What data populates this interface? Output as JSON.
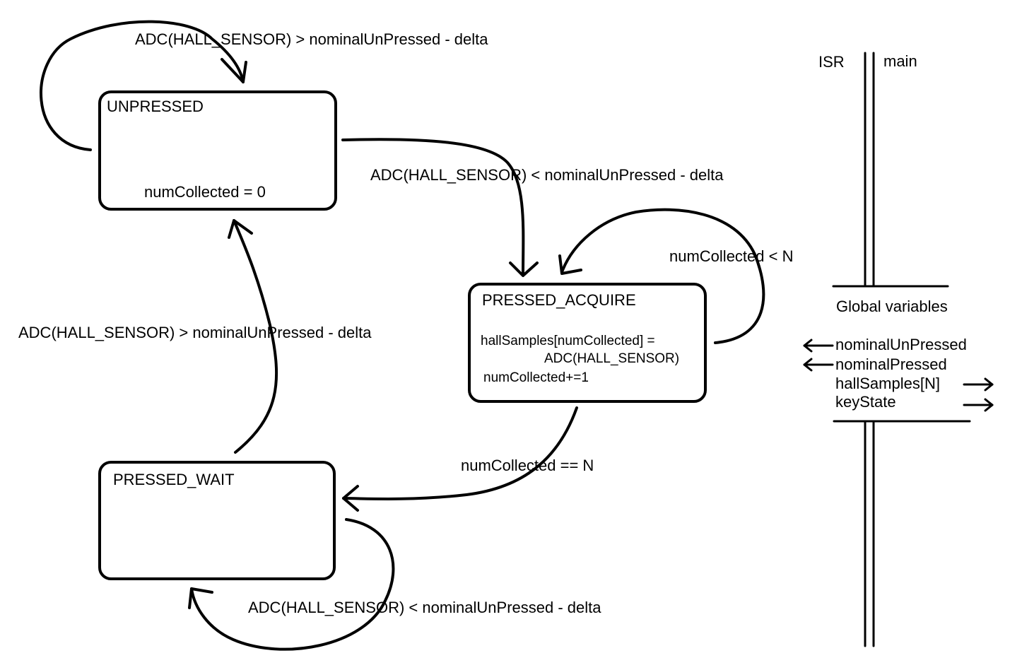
{
  "states": {
    "unpressed": {
      "title": "UNPRESSED",
      "action": "numCollected = 0"
    },
    "pressed_acquire": {
      "title": "PRESSED_ACQUIRE",
      "action_line1": "hallSamples[numCollected] =",
      "action_line2": "ADC(HALL_SENSOR)",
      "action_line3": "numCollected+=1"
    },
    "pressed_wait": {
      "title": "PRESSED_WAIT"
    }
  },
  "transitions": {
    "unpressed_self": "ADC(HALL_SENSOR) > nominalUnPressed - delta",
    "unpressed_to_acquire": "ADC(HALL_SENSOR) < nominalUnPressed - delta",
    "acquire_self": "numCollected < N",
    "acquire_to_wait": "numCollected == N",
    "wait_to_unpressed": "ADC(HALL_SENSOR) > nominalUnPressed - delta",
    "wait_self": "ADC(HALL_SENSOR) < nominalUnPressed - delta"
  },
  "sidebar": {
    "isr_label": "ISR",
    "main_label": "main",
    "globals_heading": "Global variables",
    "variables": [
      {
        "name": "nominalUnPressed",
        "arrow": "left"
      },
      {
        "name": "nominalPressed",
        "arrow": "left"
      },
      {
        "name": "hallSamples[N]",
        "arrow": "right"
      },
      {
        "name": "keyState",
        "arrow": "right"
      }
    ]
  }
}
